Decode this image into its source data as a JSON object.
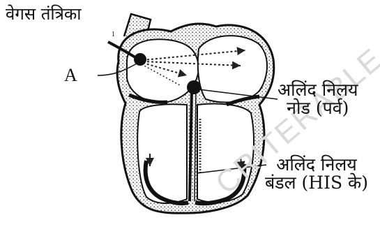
{
  "labels": {
    "vagus_nerve": "वेगस तंत्रिका",
    "point_a": "A",
    "av_node_line1": "अलिंद निलय",
    "av_node_line2": "नोड (पर्व)",
    "av_bundle_line1": "अलिंद निलय",
    "av_bundle_line2": "बंडल (HIS के)",
    "nerve_mark": "1"
  },
  "watermark": "CRITERABLE",
  "colors": {
    "ink": "#111111",
    "stipple": "#555555",
    "watermark": "#d9d9d9"
  }
}
